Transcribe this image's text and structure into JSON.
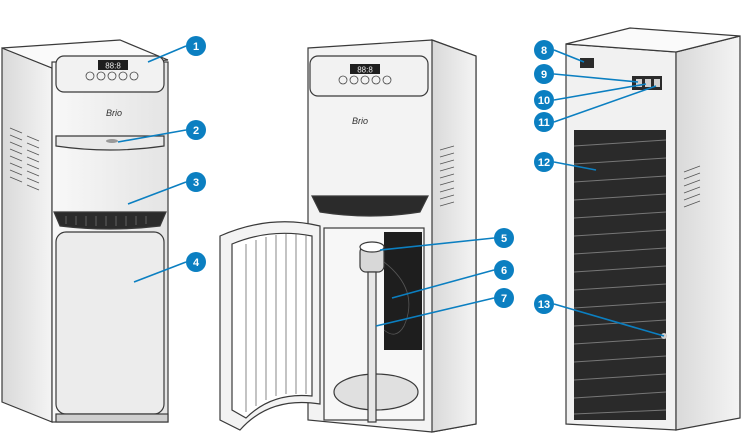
{
  "brand": {
    "logo": "Brio",
    "display_digits": "88:8"
  },
  "callouts": [
    {
      "id": "1",
      "label": "1"
    },
    {
      "id": "2",
      "label": "2"
    },
    {
      "id": "3",
      "label": "3"
    },
    {
      "id": "4",
      "label": "4"
    },
    {
      "id": "5",
      "label": "5"
    },
    {
      "id": "6",
      "label": "6"
    },
    {
      "id": "7",
      "label": "7"
    },
    {
      "id": "8",
      "label": "8"
    },
    {
      "id": "9",
      "label": "9"
    },
    {
      "id": "10",
      "label": "10"
    },
    {
      "id": "11",
      "label": "11"
    },
    {
      "id": "12",
      "label": "12"
    },
    {
      "id": "13",
      "label": "13"
    }
  ],
  "colors": {
    "callout_blue": "#0b7fc1",
    "cabinet": "#efefef",
    "trim": "#2b2b2b"
  }
}
